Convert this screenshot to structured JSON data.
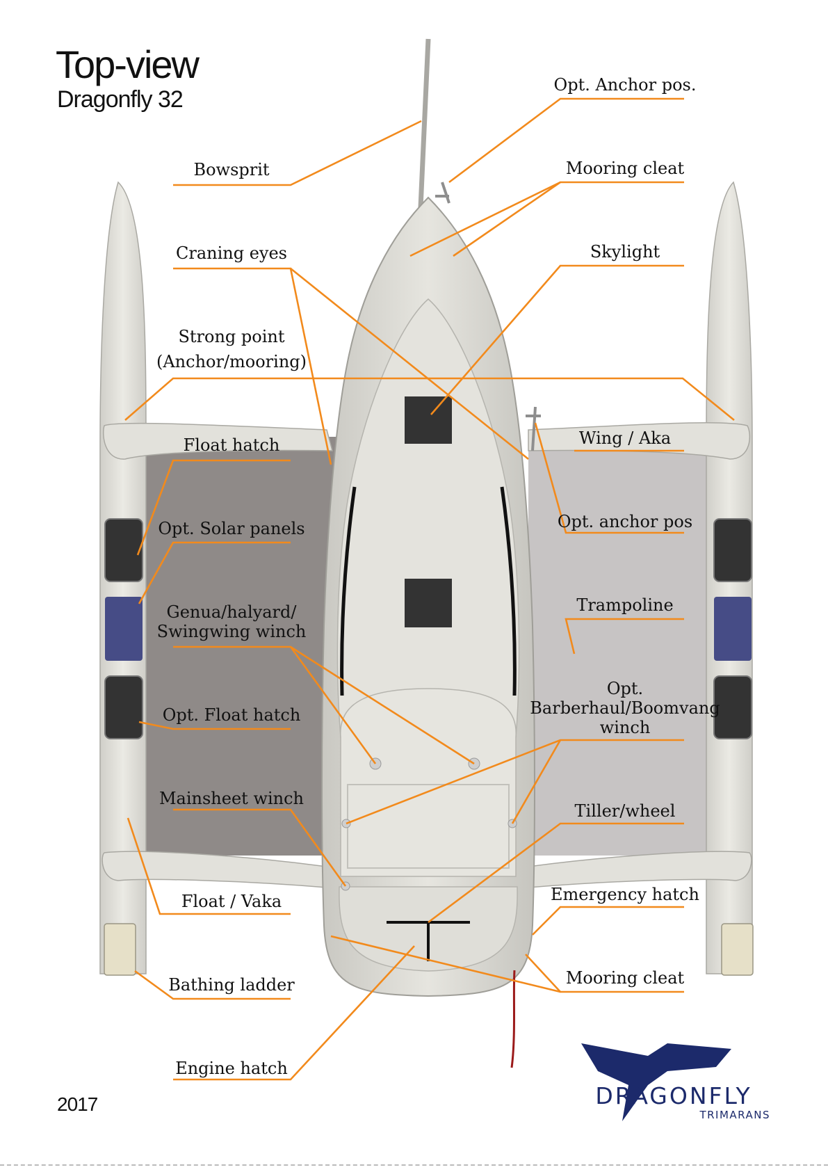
{
  "header": {
    "title": "Top-view",
    "subtitle": "Dragonfly 32"
  },
  "footer": {
    "year": "2017"
  },
  "brand": {
    "name": "DRAGONFLY",
    "tagline": "TRIMARANS"
  },
  "labels": {
    "bowsprit": "Bowsprit",
    "craning_eyes": "Craning eyes",
    "strong_point_1": "Strong point",
    "strong_point_2": "(Anchor/mooring)",
    "float_hatch": "Float hatch",
    "opt_solar_panels": "Opt. Solar panels",
    "genua_winch_1": "Genua/halyard/",
    "genua_winch_2": "Swingwing winch",
    "opt_float_hatch": "Opt. Float hatch",
    "mainsheet_winch": "Mainsheet winch",
    "float_vaka": "Float / Vaka",
    "bathing_ladder": "Bathing ladder",
    "engine_hatch": "Engine hatch",
    "opt_anchor_pos_top": "Opt. Anchor pos.",
    "mooring_cleat_top": "Mooring cleat",
    "skylight": "Skylight",
    "wing_aka": "Wing  / Aka",
    "opt_anchor_pos": "Opt. anchor pos",
    "trampoline": "Trampoline",
    "barberhaul_1": "Opt.",
    "barberhaul_2": "Barberhaul/Boomvang",
    "barberhaul_3": "winch",
    "tiller_wheel": "Tiller/wheel",
    "emergency_hatch": "Emergency hatch",
    "mooring_cleat_bottom": "Mooring cleat"
  },
  "colors": {
    "leader": "#f28a1c",
    "hull": "#d6d5cf",
    "hull_light": "#e4e3dd",
    "trampoline_left": "#8f8a88",
    "trampoline_right": "#c7c4c4",
    "hatch": "#333333",
    "solar_panel": "#464c86",
    "brand": "#1c2a6b"
  }
}
